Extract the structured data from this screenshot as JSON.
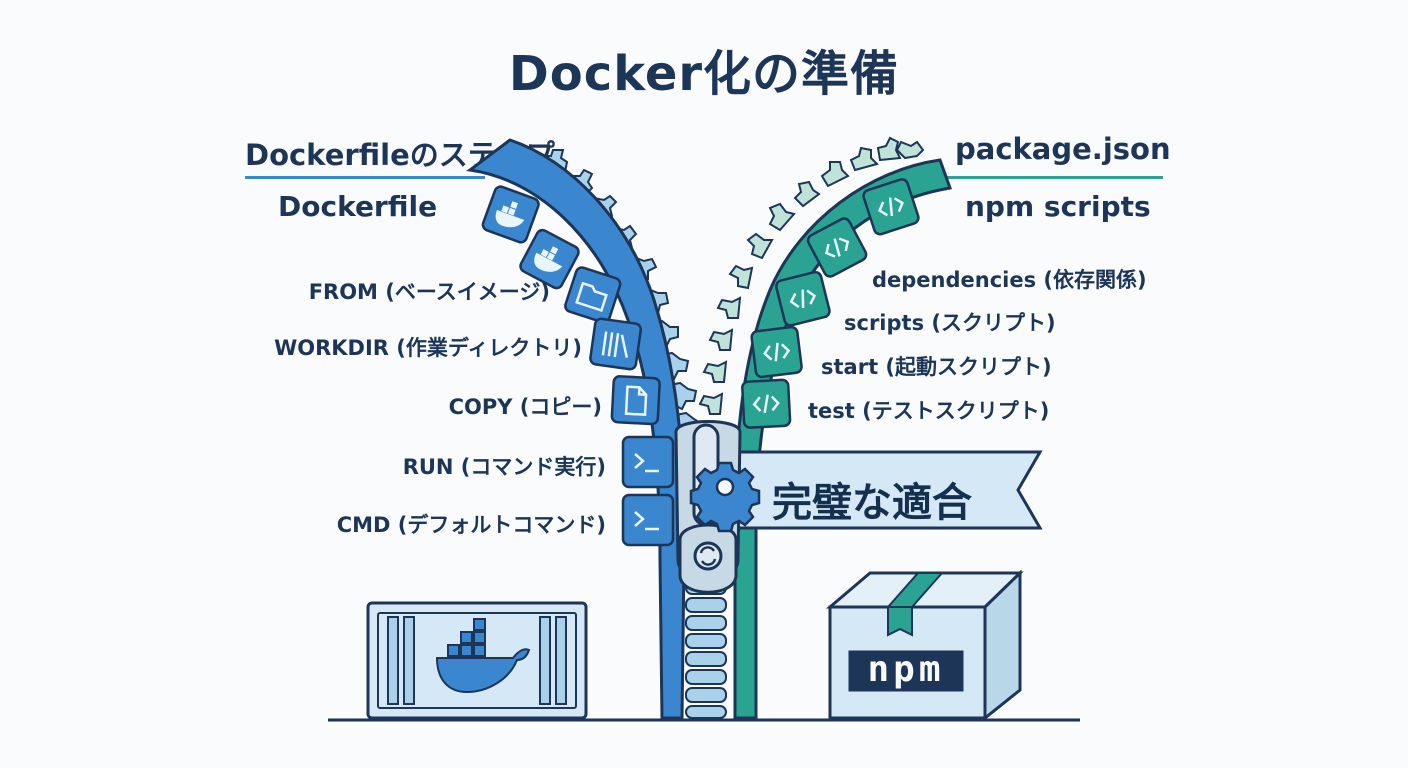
{
  "title": "Docker化の準備",
  "left": {
    "header": "Dockerfileのステップ",
    "subheader": "Dockerfile",
    "steps": [
      "FROM (ベースイメージ)",
      "WORKDIR (作業ディレクトリ)",
      "COPY (コピー)",
      "RUN (コマンド実行)",
      "CMD (デフォルトコマンド)"
    ]
  },
  "right": {
    "header": "package.json",
    "subheader": "npm scripts",
    "items": [
      "dependencies (依存関係)",
      "scripts (スクリプト)",
      "start (起動スクリプト)",
      "test (テストスクリプト)"
    ]
  },
  "banner": "完璧な適合",
  "npm_logo_text": "npm",
  "colors": {
    "docker_blue": "#3a86cf",
    "npm_teal": "#2aa392",
    "navy": "#1d3557",
    "light_blue": "#d5e8f5"
  },
  "icons": {
    "left_tiles": [
      "docker-icon",
      "docker-icon",
      "folder-icon",
      "books-icon",
      "file-icon",
      "terminal-icon",
      "terminal-icon"
    ],
    "right_tiles": [
      "code-icon",
      "code-icon",
      "code-icon",
      "code-icon",
      "code-icon"
    ]
  }
}
